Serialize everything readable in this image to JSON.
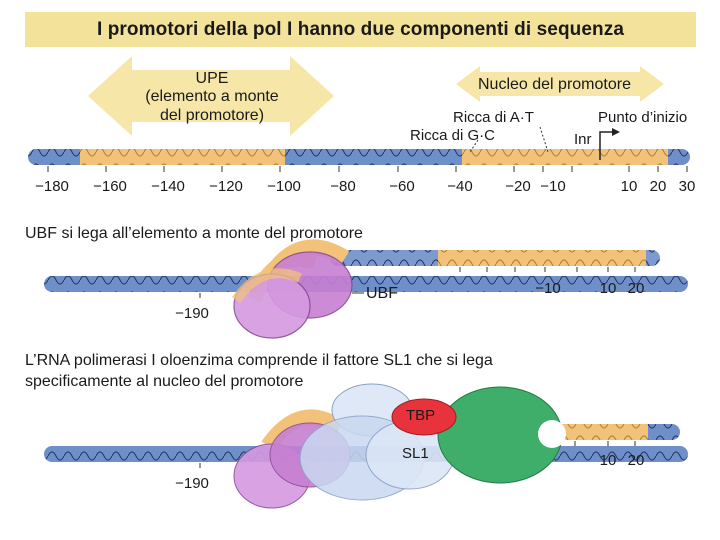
{
  "title": "I promotori della pol I hanno due componenti di sequenza",
  "panel1": {
    "upe_arrow_lines": [
      "UPE",
      "(elemento a monte",
      "del promotore)"
    ],
    "core_arrow": "Nucleo del promotore",
    "rich_at": "Ricca di A·T",
    "rich_gc": "Ricca di G·C",
    "start_point": "Punto d’inizio",
    "inr": "Inr",
    "ticks": [
      "−180",
      "−160",
      "−140",
      "−120",
      "−100",
      "−80",
      "−60",
      "−40",
      "−20",
      "−10",
      "10",
      "20",
      "30"
    ]
  },
  "panel2": {
    "caption": "UBF si lega all’elemento a monte del promotore",
    "ubf_label": "UBF",
    "tick_left": "−190",
    "ticks_right": [
      "−10",
      "10",
      "20"
    ]
  },
  "panel3": {
    "caption_line1": "L’RNA polimerasi I oloenzima comprende il fattore SL1 che si lega",
    "caption_line2": "specificamente al nucleo del promotore",
    "tbp_label": "TBP",
    "sl1_label": "SL1",
    "tick_left": "−190",
    "ticks_right": [
      "10",
      "20"
    ]
  },
  "colors": {
    "title_bg": "#f2e29a",
    "dna_blue": "#6f8fc9",
    "dna_orange": "#f2c27a",
    "ubf_purple": "#c77fd1",
    "tbp_red": "#e8323c",
    "polymerase_green": "#3fae6a",
    "sl1_lightblue": "#c9d8f0"
  }
}
